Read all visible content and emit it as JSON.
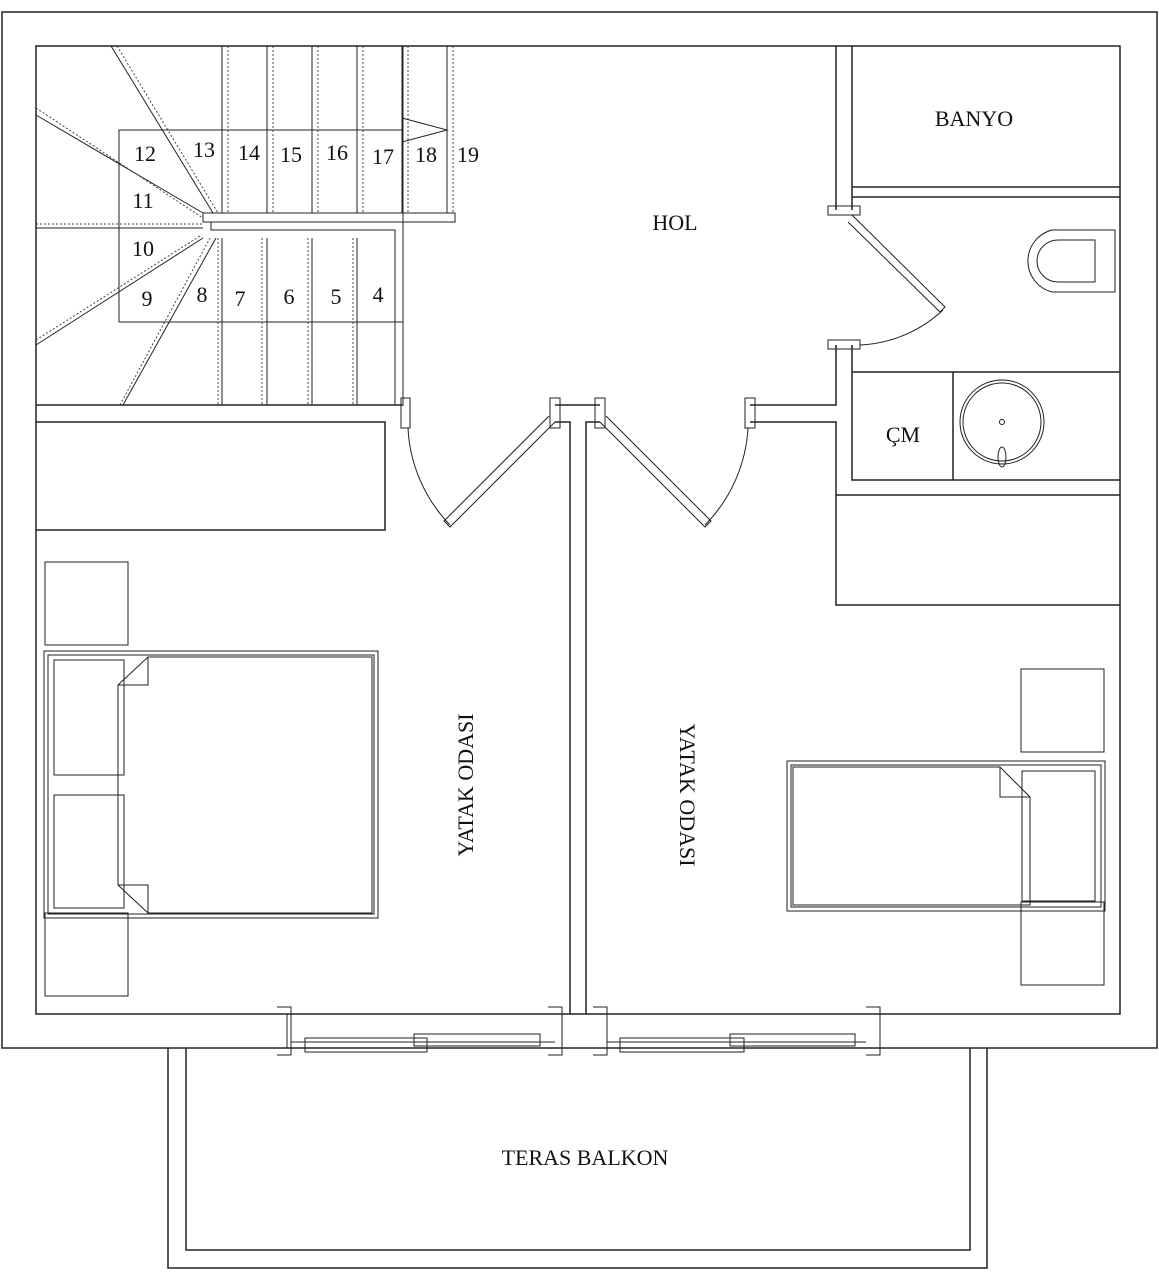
{
  "rooms": {
    "hall": "HOL",
    "bathroom": "BANYO",
    "laundry": "ÇM",
    "bedroom_left": "YATAK ODASI",
    "bedroom_right": "YATAK ODASI",
    "terrace": "TERAS BALKON"
  },
  "stairs": {
    "steps": [
      "4",
      "5",
      "6",
      "7",
      "8",
      "9",
      "10",
      "11",
      "12",
      "13",
      "14",
      "15",
      "16",
      "17",
      "18",
      "19"
    ]
  }
}
